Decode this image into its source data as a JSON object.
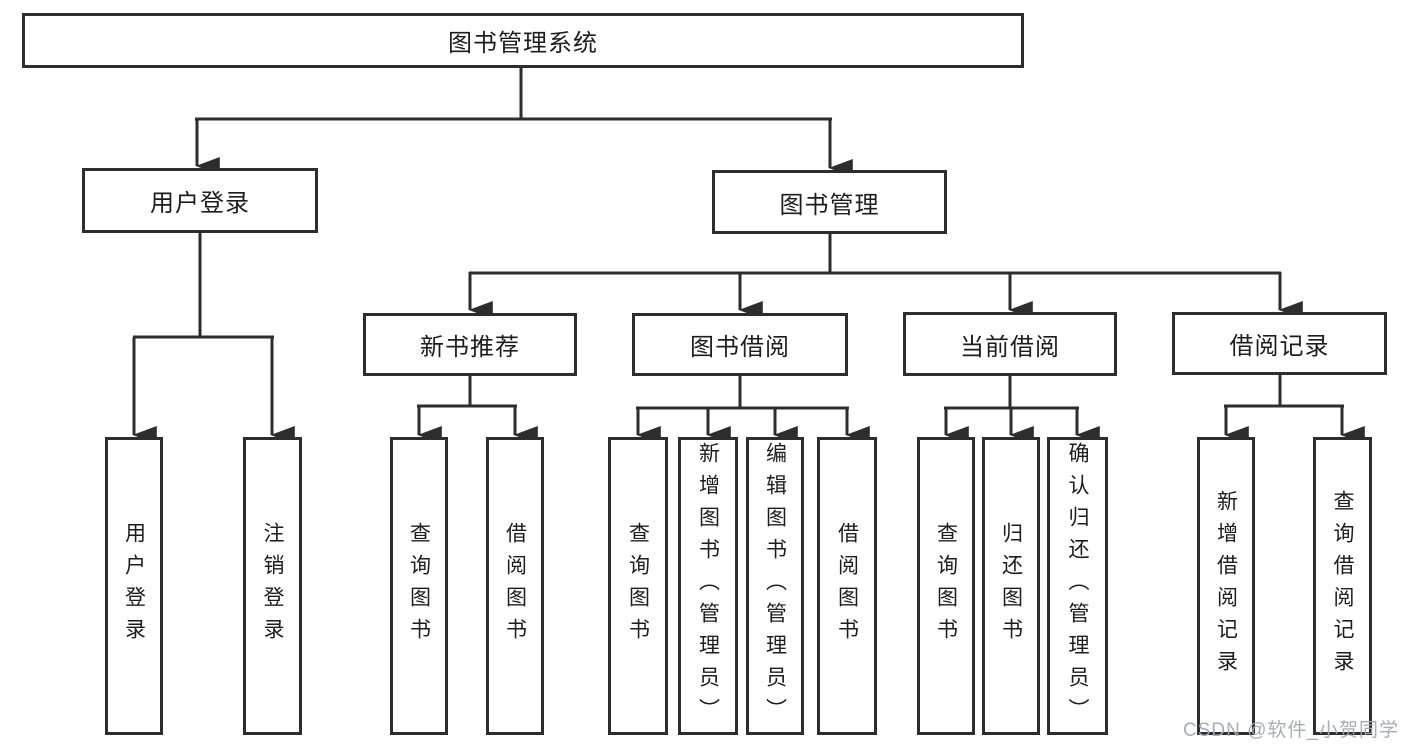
{
  "diagram": {
    "tree": {
      "label": "图书管理系统",
      "children": [
        {
          "label": "用户登录",
          "children": [
            {
              "label": "用户登录"
            },
            {
              "label": "注销登录"
            }
          ]
        },
        {
          "label": "图书管理",
          "children": [
            {
              "label": "新书推荐",
              "children": [
                {
                  "label": "查询图书"
                },
                {
                  "label": "借阅图书"
                }
              ]
            },
            {
              "label": "图书借阅",
              "children": [
                {
                  "label": "查询图书"
                },
                {
                  "label": "新增图书（管理员）"
                },
                {
                  "label": "编辑图书（管理员）"
                },
                {
                  "label": "借阅图书"
                }
              ]
            },
            {
              "label": "当前借阅",
              "children": [
                {
                  "label": "查询图书"
                },
                {
                  "label": "归还图书"
                },
                {
                  "label": "确认归还（管理员）"
                }
              ]
            },
            {
              "label": "借阅记录",
              "children": [
                {
                  "label": "新增借阅记录"
                },
                {
                  "label": "查询借阅记录"
                }
              ]
            }
          ]
        }
      ]
    },
    "watermark": {
      "text": "CSDN @软件_小贺同学"
    },
    "colors": {
      "line": "#2d2d2d",
      "text": "#1d1d1d",
      "box_background": "#ffffff",
      "watermark": "#a4a8b2"
    }
  }
}
